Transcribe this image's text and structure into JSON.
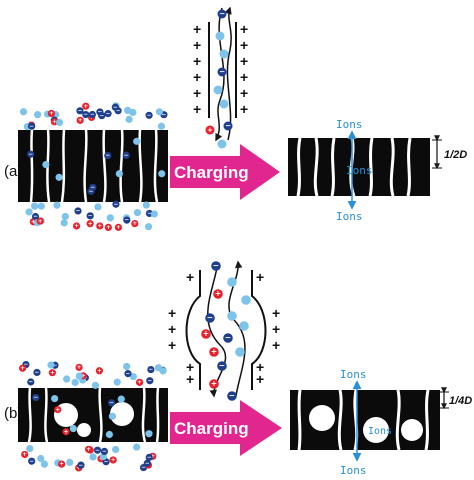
{
  "panel_a": {
    "label": "(a)",
    "arrow_text": "Charging",
    "ions_top": "Ions",
    "ions_middle": "Ions",
    "ions_bottom": "Ions",
    "scale_label": "1/2D"
  },
  "panel_b": {
    "label": "(b)",
    "arrow_text": "Charging",
    "ions_top": "Ions",
    "ions_middle": "Ions",
    "ions_bottom": "Ions",
    "scale_label": "1/4D"
  },
  "colors": {
    "block": "#0b0b0b",
    "arrow": "#e2268f",
    "cation": "#e8202c",
    "anion": "#1f3f8c",
    "solvent": "#7ec3ea",
    "ions_text": "#2a8fd8"
  },
  "icons": {
    "cation": "plus-circle-icon",
    "anion": "minus-circle-icon",
    "ion_flow": "double-arrow-icon"
  }
}
